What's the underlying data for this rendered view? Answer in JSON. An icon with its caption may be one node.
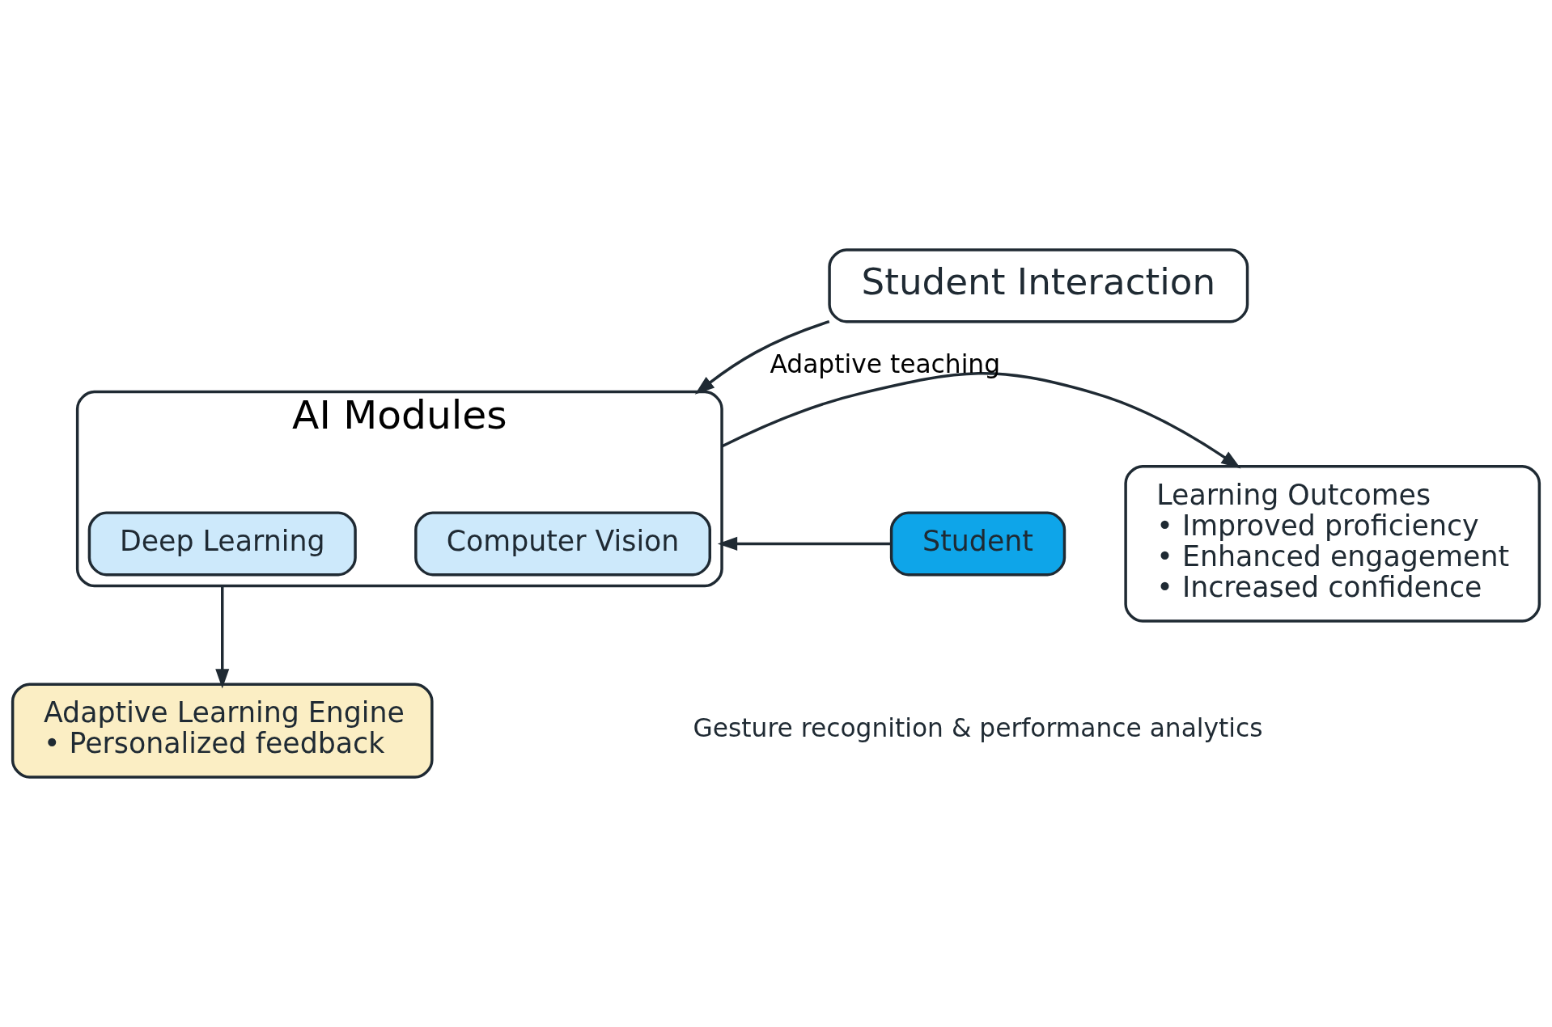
{
  "diagram": {
    "nodes": [
      {
        "text": [
          "Student Interaction"
        ]
      },
      {
        "text": [
          "AI Modules"
        ]
      },
      {
        "text": [
          "Computer Vision"
        ],
        "in": 1
      },
      {
        "text": [
          "Deep Learning"
        ],
        "in": 1
      },
      {
        "text": [
          "Student"
        ]
      },
      {
        "text": [
          "Adaptive Learning Engine",
          "• Personalized feedback"
        ]
      },
      {
        "text": [
          "Learning Outcomes",
          "• Improved proficiency",
          "• Enhanced engagement",
          "• Increased confidence"
        ]
      }
    ],
    "edges": [
      {
        "from": 0,
        "to": 1,
        "arrow": "to"
      },
      {
        "from": 4,
        "to": 1,
        "arrow": "to"
      },
      {
        "from": 1,
        "to": 5,
        "arrow": "to"
      },
      {
        "from": 1,
        "to": 6,
        "arrow": "to",
        "label": "Adaptive teaching"
      }
    ],
    "labels": [
      "Gesture recognition & performance analytics"
    ]
  }
}
